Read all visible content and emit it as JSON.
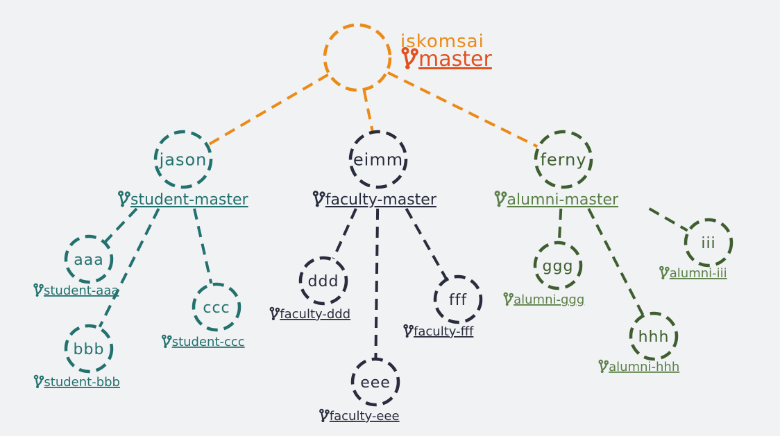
{
  "colors": {
    "background": "#f0f2f4",
    "root": "#ec8a17",
    "root_branch": "#e2521f",
    "student": "#23716e",
    "faculty": "#282c3c",
    "alumni": "#3f5e2f",
    "alumni_branch": "#5b8048"
  },
  "branch_icon": "git-branch-icon",
  "nodes": [
    {
      "id": "root",
      "label": "",
      "title": "iskomsai",
      "branch": "master",
      "group": "root"
    },
    {
      "id": "jason",
      "label": "jason",
      "branch": "student-master",
      "group": "student"
    },
    {
      "id": "eimm",
      "label": "eimm",
      "branch": "faculty-master",
      "group": "faculty"
    },
    {
      "id": "ferny",
      "label": "ferny",
      "branch": "alumni-master",
      "group": "alumni"
    },
    {
      "id": "aaa",
      "label": "aaa",
      "branch": "student-aaa",
      "group": "student"
    },
    {
      "id": "bbb",
      "label": "bbb",
      "branch": "student-bbb",
      "group": "student"
    },
    {
      "id": "ccc",
      "label": "ccc",
      "branch": "student-ccc",
      "group": "student"
    },
    {
      "id": "ddd",
      "label": "ddd",
      "branch": "faculty-ddd",
      "group": "faculty"
    },
    {
      "id": "eee",
      "label": "eee",
      "branch": "faculty-eee",
      "group": "faculty"
    },
    {
      "id": "fff",
      "label": "fff",
      "branch": "faculty-fff",
      "group": "faculty"
    },
    {
      "id": "ggg",
      "label": "ggg",
      "branch": "alumni-ggg",
      "group": "alumni"
    },
    {
      "id": "hhh",
      "label": "hhh",
      "branch": "alumni-hhh",
      "group": "alumni"
    },
    {
      "id": "iii",
      "label": "iii",
      "branch": "alumni-iii",
      "group": "alumni"
    }
  ],
  "edges": [
    {
      "from": "root",
      "to": "jason",
      "group": "root"
    },
    {
      "from": "root",
      "to": "eimm",
      "group": "root"
    },
    {
      "from": "root",
      "to": "ferny",
      "group": "root"
    },
    {
      "from": "jason",
      "to": "aaa",
      "group": "student"
    },
    {
      "from": "jason",
      "to": "bbb",
      "group": "student"
    },
    {
      "from": "jason",
      "to": "ccc",
      "group": "student"
    },
    {
      "from": "eimm",
      "to": "ddd",
      "group": "faculty"
    },
    {
      "from": "eimm",
      "to": "eee",
      "group": "faculty"
    },
    {
      "from": "eimm",
      "to": "fff",
      "group": "faculty"
    },
    {
      "from": "ferny",
      "to": "ggg",
      "group": "alumni"
    },
    {
      "from": "ferny",
      "to": "hhh",
      "group": "alumni"
    },
    {
      "from": "ferny",
      "to": "iii",
      "group": "alumni"
    }
  ]
}
